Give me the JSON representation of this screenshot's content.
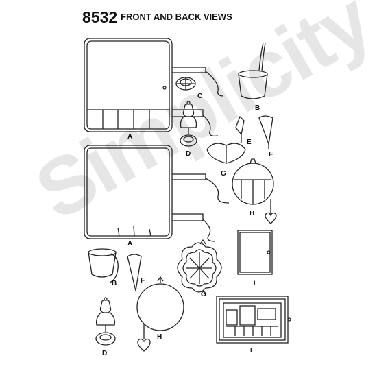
{
  "header": {
    "pattern_number": "8532",
    "title": "FRONT AND BACK VIEWS"
  },
  "watermark": "Simplicity",
  "labels": {
    "a_front": "A",
    "a_back": "A",
    "b_front": "B",
    "b_back": "B",
    "c": "C",
    "d_front": "D",
    "d_back": "D",
    "e": "E",
    "f_front": "F",
    "f_back": "F",
    "g_front": "G",
    "g_back": "G",
    "h_front": "H",
    "h_back": "H",
    "i_door": "I",
    "i_case": "I"
  },
  "colors": {
    "line": "#222222",
    "watermark": "#e6e6e6",
    "background": "#ffffff"
  }
}
